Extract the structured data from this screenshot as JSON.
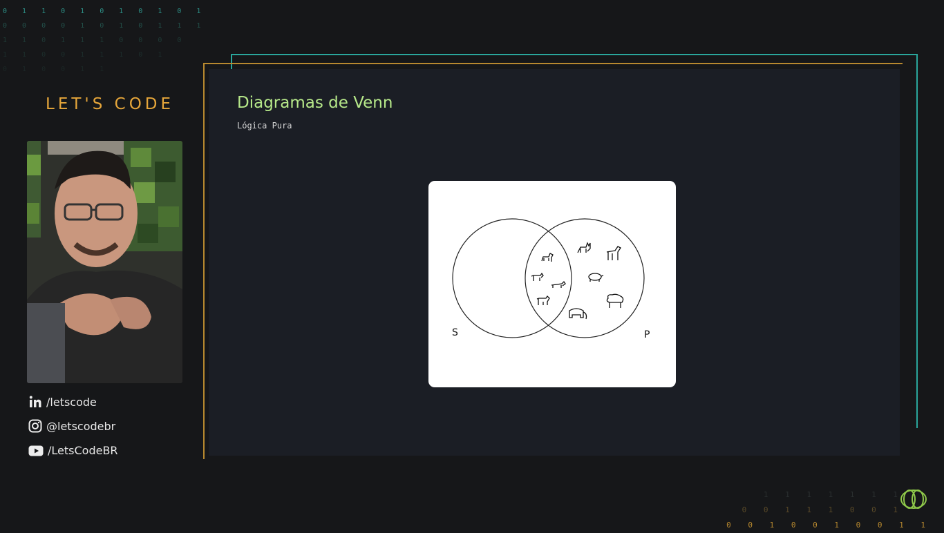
{
  "brand": {
    "name": "LET'S CODE",
    "color": "#e6a63a"
  },
  "decor": {
    "binary_top_left": [
      "0 1 1 0 1 0 1 0 1 0 1",
      "0 0 0 0 1 0 1 0 1 1 1",
      "1 1 0 1 1 1 0 0 0 0",
      "1 1 0 0 1 1 1 0 1",
      "0 1 0 0 1 1"
    ],
    "binary_bottom_right": [
      "1 1 1 1 1 1 1",
      "0 0 1 1 1 0 0 1",
      "0 0 1 0 0 1 0 0 1 1"
    ]
  },
  "socials": [
    {
      "icon": "linkedin-icon",
      "label": "/letscode"
    },
    {
      "icon": "instagram-icon",
      "label": "@letscodebr"
    },
    {
      "icon": "youtube-icon",
      "label": "/LetsCodeBR"
    }
  ],
  "slide": {
    "title": "Diagramas de Venn",
    "subtitle": "Lógica Pura",
    "title_color": "#b7e98a",
    "venn": {
      "left_label": "S",
      "right_label": "P",
      "animals": [
        "dog",
        "dog",
        "dog",
        "dog",
        "cat",
        "horse",
        "pig",
        "sheep",
        "elephant"
      ]
    }
  },
  "colors": {
    "frame_gold": "#b8892f",
    "frame_teal": "#2aa79c",
    "slide_bg": "#1b1e25",
    "page_bg": "#161719"
  }
}
